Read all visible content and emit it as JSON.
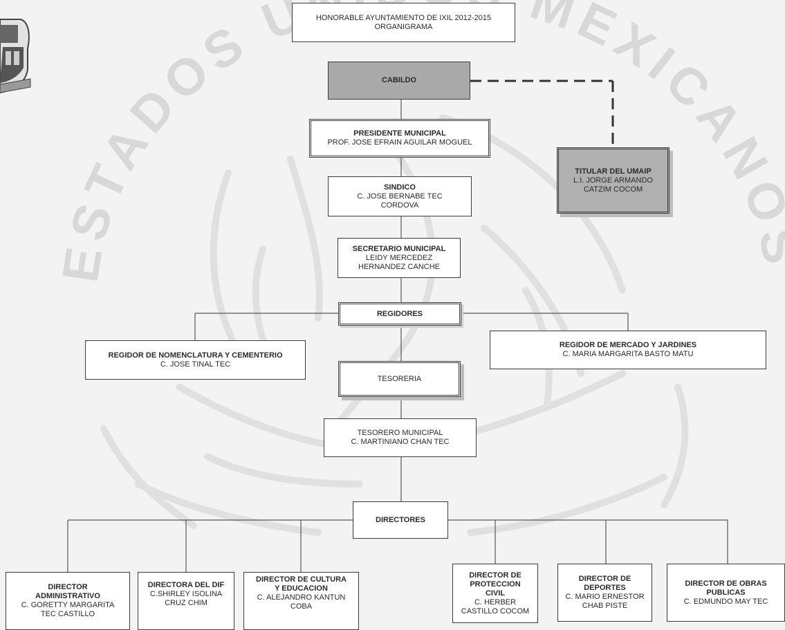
{
  "header": {
    "line1": "HONORABLE AYUNTAMIENTO DE IXIL 2012-2015",
    "line2": "ORGANIGRAMA"
  },
  "watermark": {
    "text": "ESTADOS UNIDOS MEXICANOS"
  },
  "nodes": {
    "cabildo": {
      "title": "CABILDO"
    },
    "presidente": {
      "title": "PRESIDENTE MUNICIPAL",
      "names": [
        "PROF. JOSE EFRAIN AGUILAR MOGUEL"
      ]
    },
    "sindico": {
      "title": "SINDICO",
      "names": [
        "C. JOSE BERNABE TEC",
        "CORDOVA"
      ]
    },
    "secretario": {
      "title": "SECRETARIO MUNICIPAL",
      "names": [
        "LEIDY MERCEDEZ",
        "HERNANDEZ CANCHE"
      ]
    },
    "umaip": {
      "title": "TITULAR DEL UMAIP",
      "names": [
        "L.I. JORGE ARMANDO",
        "CATZIM COCOM"
      ]
    },
    "regidores": {
      "title": "REGIDORES"
    },
    "regidor_nomenclatura": {
      "title": "REGIDOR DE NOMENCLATURA Y CEMENTERIO",
      "names": [
        "C. JOSE TINAL TEC"
      ]
    },
    "regidor_mercado": {
      "title": "REGIDOR DE MERCADO Y JARDINES",
      "names": [
        "C. MARIA MARGARITA BASTO MATU"
      ]
    },
    "tesoreria": {
      "title": "TESORERIA"
    },
    "tesorero": {
      "title": "TESORERO MUNICIPAL",
      "names": [
        "C. MARTINIANO CHAN TEC"
      ]
    },
    "directores": {
      "title": "DIRECTORES"
    }
  },
  "directors": [
    {
      "title": [
        "DIRECTOR",
        "ADMINISTRATIVO"
      ],
      "names": [
        "C. GORETTY MARGARITA",
        "TEC CASTILLO"
      ]
    },
    {
      "title": [
        "DIRECTORA DEL DIF"
      ],
      "names": [
        "C.SHIRLEY ISOLINA",
        "CRUZ CHIM"
      ]
    },
    {
      "title": [
        "DIRECTOR DE CULTURA",
        "Y EDUCACION"
      ],
      "names": [
        "C. ALEJANDRO KANTUN",
        "COBA"
      ]
    },
    {
      "title": [
        "DIRECTOR DE",
        "PROTECCION",
        "CIVIL"
      ],
      "names": [
        "C. HERBER",
        "CASTILLO COCOM"
      ]
    },
    {
      "title": [
        "DIRECTOR DE",
        "DEPORTES"
      ],
      "names": [
        "C. MARIO ERNESTOR",
        "CHAB PISTE"
      ]
    },
    {
      "title": [
        "DIRECTOR DE OBRAS",
        "PUBLICAS"
      ],
      "names": [
        "C. EDMUNDO MAY TEC"
      ]
    }
  ],
  "colors": {
    "background": "#f3f3f3",
    "box_fill": "#ffffff",
    "highlight_fill": "#a9a9a9",
    "line": "#555555",
    "watermark": "#d8d8d8"
  }
}
